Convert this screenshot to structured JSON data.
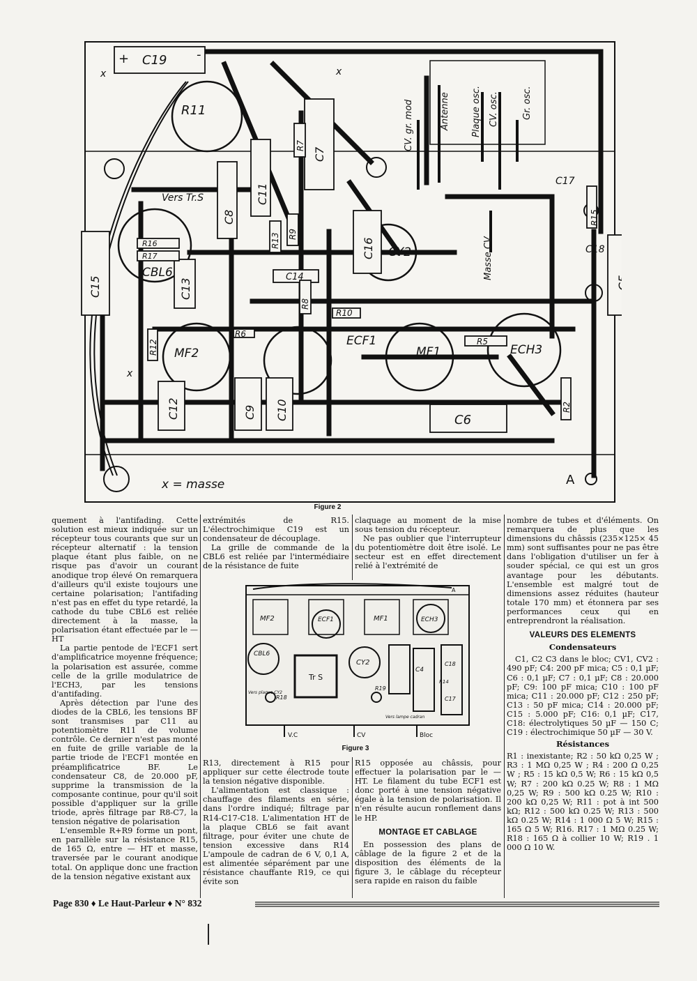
{
  "figure2": {
    "caption": "Figure 2",
    "components": [
      "C19",
      "R11",
      "C8",
      "C11",
      "R7",
      "C7",
      "R13",
      "R9",
      "C14",
      "R8",
      "C16",
      "CY2",
      "R16",
      "R17",
      "CBL6",
      "C13",
      "C15",
      "R12",
      "MF2",
      "R6",
      "ECF1",
      "R10",
      "MF1",
      "R5",
      "ECH3",
      "C12",
      "C9",
      "C10",
      "C6",
      "R2",
      "C17",
      "R15",
      "C18",
      "C5"
    ],
    "labels": {
      "vers_trs": "Vers Tr.S",
      "cv_gr_mod": "CV. gr. mod",
      "antenne": "Antenne",
      "plaque_osc": "Plaque osc.",
      "cv_osc": "CV. osc.",
      "gr_osc": "Gr. osc.",
      "masse_cv": "Masse CV",
      "masse_legend": "x = masse",
      "point_a": "A",
      "plus": "+",
      "minus": "-",
      "x_mark": "x"
    }
  },
  "figure3": {
    "caption": "Figure 3",
    "labels": [
      "MF2",
      "ECF1",
      "MF1",
      "ECH3",
      "CBL6",
      "Tr S",
      "CY2",
      "C4",
      "C18",
      "R19",
      "R18",
      "C17",
      "R14",
      "Vers plaque CY2",
      "Vers lampe cadran",
      "V.C",
      "CV",
      "Bloc",
      "A"
    ]
  },
  "columns": {
    "col1": [
      "quement à l'antifading. Cette solution est mieux indiquée sur un récepteur tous courants que sur un récepteur alternatif : la tension plaque étant plus faible, on ne risque pas d'avoir un courant anodique trop élevé On remarquera d'ailleurs qu'il existe toujours une certaine polarisation; l'antifading n'est pas en effet du type retardé, la cathode du tube CBL6 est reliée directement à la masse, la polarisation étant effectuée par le — HT",
      "La partie pentode de l'ECF1 sert d'amplificatrice moyenne fréquence; la polarisation est assurée, comme celle de la grille modulatrice de l'ECH3, par les tensions d'antifading.",
      "Après détection par l'une des diodes de la CBL6, les tensions BF sont transmises par C11 au potentiomètre R11 de volume contrôle. Ce dernier n'est pas monté en fuite de grille variable de la partie triode de l'ECF1 montée en préamplificatrice BF. Le condensateur C8, de 20.000 pF, supprime la transmission de la composante continue, pour qu'il soit possible d'appliquer sur la grille triode, après filtrage par R8-C7, la tension négative de polarisation",
      "L'ensemble R+R9 forme un pont, en parallèle sur la résistance R15, de 165 Ω, entre — HT et masse, traversée par le courant anodique total. On applique donc une fraction de la tension négative existant aux"
    ],
    "col2_top": [
      "extrémités de R15. L'électrochimique C19 est un condensateur de découplage.",
      "La grille de commande de la CBL6 est reliée par l'intermédiaire de la résistance de fuite"
    ],
    "col2_bottom": [
      "R13, directement à R15 pour appliquer sur cette électrode toute la tension négative disponible.",
      "L'alimentation est classique : chauffage des filaments en série, dans l'ordre indiqué; filtrage par R14-C17-C18. L'alimentation HT de la plaque CBL6 se fait avant filtrage, pour éviter une chute de tension excessive dans R14 L'ampoule de cadran de 6 V, 0,1 A, est alimentée séparément par une résistance chauffante R19, ce qui évite son"
    ],
    "col3_top": [
      "claquage au moment de la mise sous tension du récepteur.",
      "Ne pas oublier que l'interrupteur du potentiomètre doit être isolé. Le secteur est en effet directement relié à l'extrémité de"
    ],
    "col3_bottom": [
      "R15 opposée au châssis, pour effectuer la polarisation par le — HT. Le filament du tube ECF1 est donc porté à une tension négative égale à la tension de polarisation. Il n'en résulte aucun ronflement dans le HP."
    ],
    "col3_heading": "MONTAGE ET CABLAGE",
    "col3_after": [
      "En possession des plans de câblage de la figure 2 et de la disposition des éléments de la figure 3, le câblage du récepteur sera rapide en raison du faible"
    ],
    "col4_intro": [
      "nombre de tubes et d'éléments. On remarquera de plus que les dimensions du châssis (235×125× 45 mm) sont suffisantes pour ne pas être dans l'obligation d'utiliser un fer à souder spécial, ce qui est un gros avantage pour les débutants. L'ensemble est malgré tout de dimensions assez réduites (hauteur totale 170 mm) et étonnera par ses performances ceux qui en entreprendront la réalisation."
    ],
    "col4_heading": "VALEURS DES ELEMENTS",
    "col4_sub1": "Condensateurs",
    "col4_cond": "C1, C2 C3 dans le bloc; CV1, CV2 : 490 pF; C4: 200 pF mica; C5 : 0,1 µF; C6 : 0,1 µF; C7 : 0,1 µF; C8 : 20.000 pF; C9: 100 pF mica; C10 : 100 pF mica; C11 : 20.000 pF; C12 : 250 pF; C13 : 50 pF mica; C14 : 20.000 pF; C15 : 5.000 pF; C16: 0,1 µF; C17, C18: électrolytiques 50 µF — 150 C; C19 : électrochimique 50 µF — 30 V.",
    "col4_sub2": "Résistances",
    "col4_res": "R1 : inexistante; R2 : 50 kΩ 0,25 W ; R3 : 1 MΩ 0,25 W ; R4 : 200 Ω 0,25 W ; R5 : 15 kΩ 0,5 W; R6 : 15 kΩ 0,5 W; R7 : 200 kΩ 0.25 W; R8 : 1 MΩ 0,25 W; R9 : 500 kΩ 0.25 W; R10 : 200 kΩ 0,25 W; R11 : pot à int 500 kΩ; R12 : 500 kΩ 0.25 W; R13 : 500 kΩ 0.25 W; R14 : 1 000 Ω 5 W; R15 : 165 Ω 5 W; R16. R17 : 1 MΩ 0.25 W; R18 : 165 Ω à collier 10 W; R19 . 1 000 Ω 10 W."
  },
  "footer": {
    "text": "Page 830 ♦ Le Haut-Parleur ♦ N° 832"
  }
}
